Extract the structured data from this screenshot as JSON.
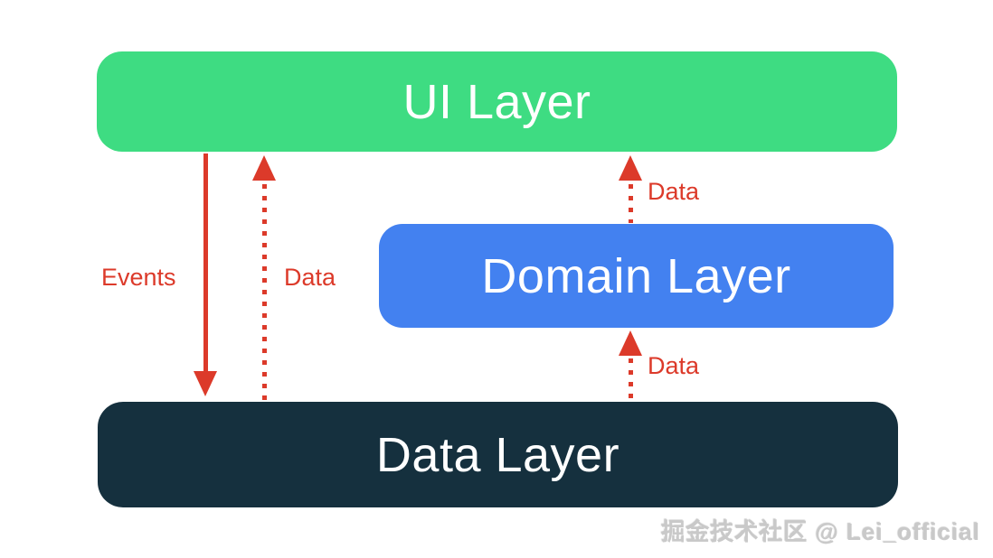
{
  "colors": {
    "green": "#3edc82",
    "blue": "#4381f0",
    "navy": "#15303e",
    "red": "#dc3a2a",
    "watermark_gray": "#c9c9c9"
  },
  "diagram": {
    "boxes": {
      "ui": {
        "label": "UI Layer",
        "color": "#3edc82"
      },
      "domain": {
        "label": "Domain Layer",
        "color": "#4381f0"
      },
      "data": {
        "label": "Data Layer",
        "color": "#15303e"
      }
    },
    "arrows": [
      {
        "id": "events",
        "label": "Events",
        "style": "solid",
        "direction": "down",
        "from": "ui",
        "to": "data",
        "color": "#dc3a2a"
      },
      {
        "id": "data-left",
        "label": "Data",
        "style": "dotted",
        "direction": "up",
        "from": "data",
        "to": "ui",
        "color": "#dc3a2a"
      },
      {
        "id": "data-upper-right",
        "label": "Data",
        "style": "dotted",
        "direction": "up",
        "from": "domain",
        "to": "ui",
        "color": "#dc3a2a"
      },
      {
        "id": "data-lower-right",
        "label": "Data",
        "style": "dotted",
        "direction": "up",
        "from": "data",
        "to": "domain",
        "color": "#dc3a2a"
      }
    ],
    "watermark": "掘金技术社区 @ Lei_official"
  }
}
